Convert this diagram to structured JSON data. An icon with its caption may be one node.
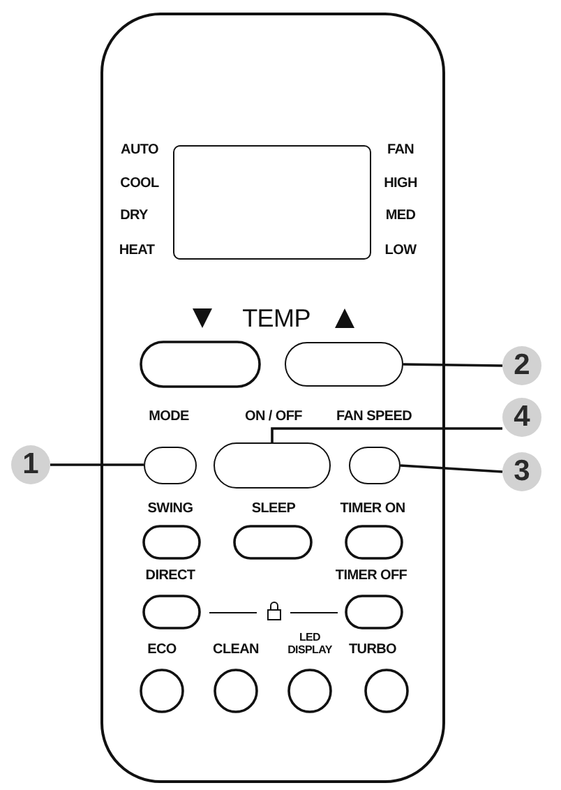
{
  "diagram": {
    "nodes": [
      {
        "text": [
          "1"
        ]
      },
      {
        "text": [
          "2"
        ]
      },
      {
        "text": [
          "3"
        ]
      },
      {
        "text": [
          "4"
        ]
      },
      {
        "text": [],
        "shape": "box"
      },
      {
        "text": [],
        "shape": "box"
      },
      {
        "text": [],
        "shape": "box"
      },
      {
        "text": [],
        "shape": "box"
      },
      {
        "text": [],
        "shape": "box"
      }
    ],
    "edges": [
      {
        "from": 0,
        "to": 4,
        "arrow": "none"
      },
      {
        "from": 1,
        "to": 5,
        "arrow": "none"
      },
      {
        "from": 2,
        "to": 6,
        "arrow": "none"
      },
      {
        "from": 3,
        "to": 7,
        "arrow": "none"
      }
    ],
    "labels": [
      "AUTO",
      "FAN",
      "COOL",
      "HIGH",
      "DRY",
      "MED",
      "HEAT",
      "LOW",
      "TEMP",
      "MODE",
      "ON / OFF",
      "FAN SPEED",
      "SWING",
      "SLEEP",
      "TIMER ON",
      "DIRECT",
      "TIMER OFF",
      "ECO",
      "CLEAN",
      "LED DISPLAY",
      "TURBO"
    ]
  }
}
